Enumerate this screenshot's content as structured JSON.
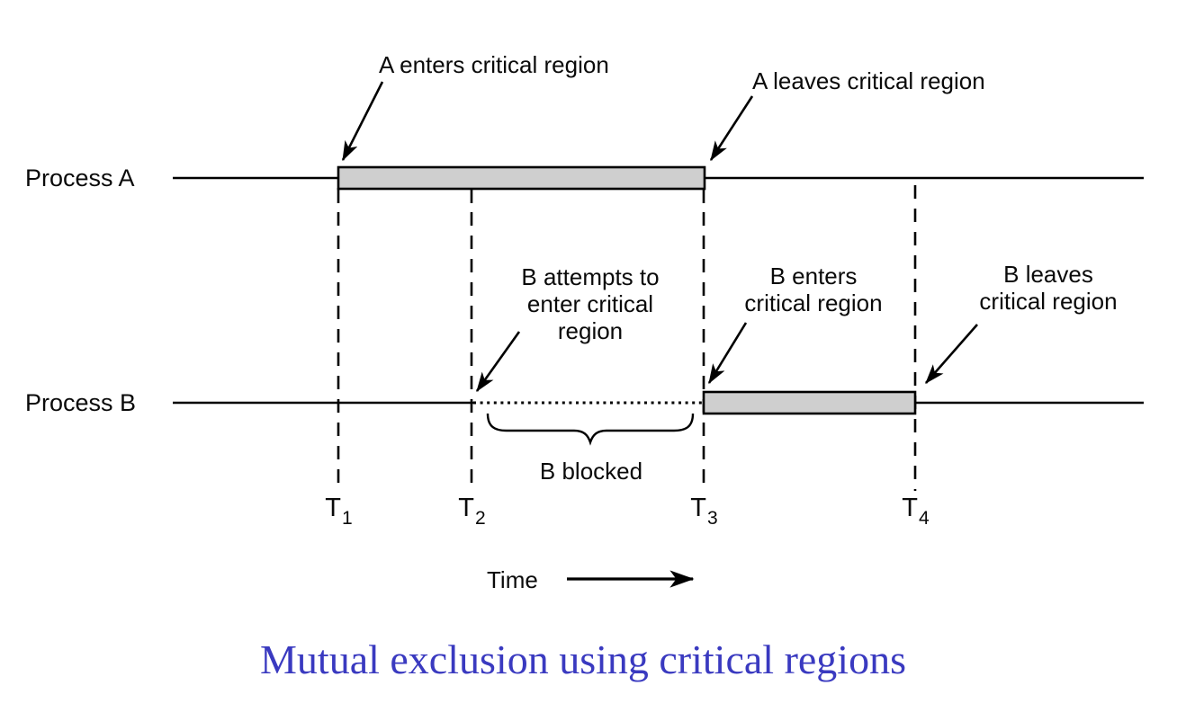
{
  "colors": {
    "background": "#ffffff",
    "line": "#000000",
    "bar_fill": "#cfcfcf",
    "caption": "#3a3ac0"
  },
  "process_rows": {
    "a_label": "Process A",
    "b_label": "Process B"
  },
  "annotations": {
    "a_enters": "A enters critical region",
    "a_leaves": "A leaves critical region",
    "b_attempts": {
      "lines": [
        "B attempts to",
        "enter critical",
        "region"
      ]
    },
    "b_enters": {
      "lines": [
        "B enters",
        "critical region"
      ]
    },
    "b_leaves": {
      "lines": [
        "B leaves",
        "critical region"
      ]
    },
    "b_blocked": "B blocked"
  },
  "timeline": {
    "markers": [
      {
        "base": "T",
        "sub": "1"
      },
      {
        "base": "T",
        "sub": "2"
      },
      {
        "base": "T",
        "sub": "3"
      },
      {
        "base": "T",
        "sub": "4"
      }
    ],
    "axis_label": "Time"
  },
  "caption": "Mutual exclusion using critical regions"
}
